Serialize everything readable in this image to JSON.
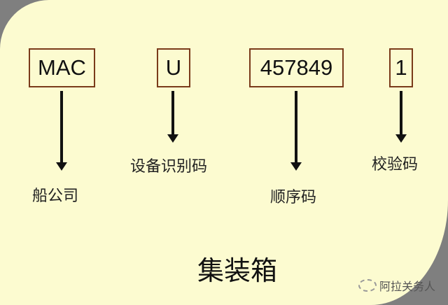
{
  "fields": [
    {
      "code": "MAC",
      "label": "船公司"
    },
    {
      "code": "U",
      "label": "设备识别码"
    },
    {
      "code": "457849",
      "label": "顺序码"
    },
    {
      "code": "1",
      "label": "校验码"
    }
  ],
  "title": "集装箱",
  "watermark": "阿拉关务人",
  "colors": {
    "background": "#fcfbd0",
    "box_border": "#7a3a1a",
    "corner": "#7f7f7f"
  }
}
